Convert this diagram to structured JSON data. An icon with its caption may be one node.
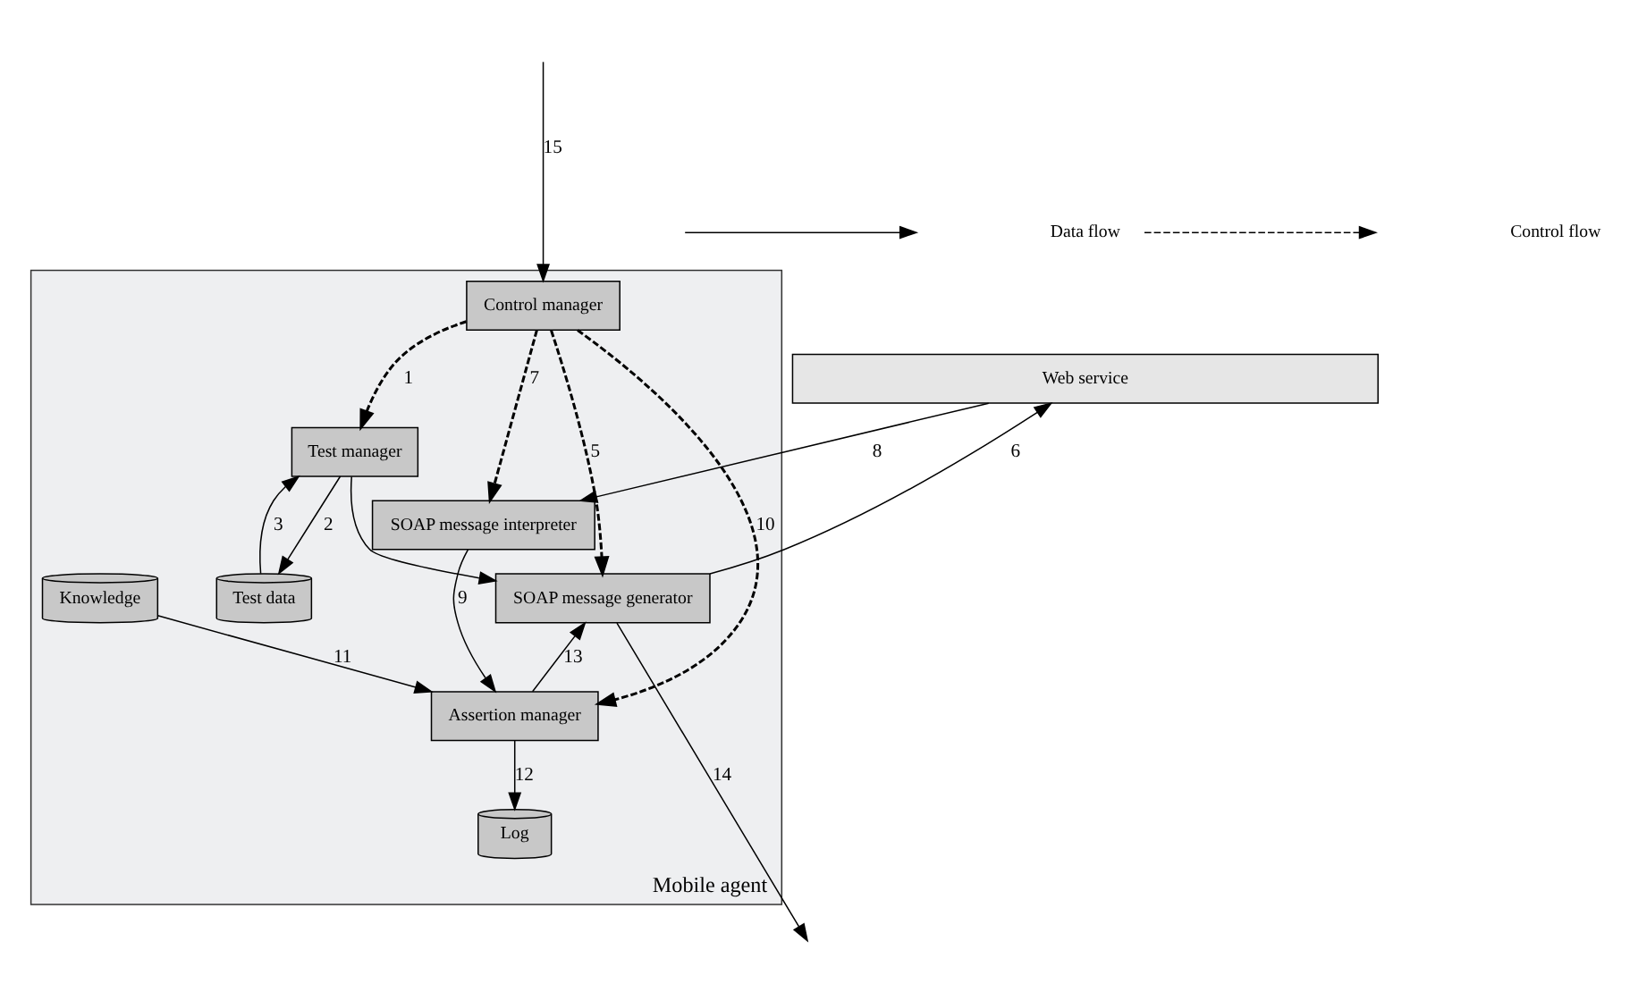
{
  "diagram": {
    "nodes": [
      {
        "text": [
          "Web service"
        ]
      },
      {
        "text": [
          "Mobile agent"
        ]
      },
      {
        "text": [
          "SOAP message generator"
        ],
        "in": 1
      },
      {
        "text": [
          "SOAP message interpreter"
        ],
        "in": 1
      },
      {
        "text": [
          "Test manager"
        ],
        "in": 1
      },
      {
        "text": [
          "Control manager"
        ],
        "in": 1
      },
      {
        "text": [
          "Assertion manager"
        ],
        "in": 1
      },
      {
        "text": [
          "Test data"
        ],
        "in": 1
      },
      {
        "text": [
          "Knowledge"
        ],
        "in": 1
      },
      {
        "text": [
          "Log"
        ],
        "in": 1
      }
    ],
    "edges": [
      {
        "from": 2,
        "to": 0,
        "arrow": "to",
        "label": "6"
      },
      {
        "from": 0,
        "to": 3,
        "arrow": "to",
        "label": "8"
      },
      {
        "from": 2,
        "to": null,
        "arrow": "to",
        "label": "14"
      },
      {
        "from": 6,
        "to": 2,
        "arrow": "to",
        "label": "13"
      },
      {
        "from": 5,
        "to": 2,
        "arrow": "to",
        "label": "5",
        "style": "dashed"
      },
      {
        "from": 5,
        "to": 3,
        "arrow": "to",
        "label": "7",
        "style": "dashed"
      },
      {
        "from": 5,
        "to": 4,
        "arrow": "to",
        "label": "1",
        "style": "dashed"
      },
      {
        "from": 5,
        "to": 6,
        "arrow": "to",
        "label": "10",
        "style": "dashed"
      },
      {
        "from": 3,
        "to": 6,
        "arrow": "to",
        "label": "9"
      },
      {
        "from": 4,
        "to": 2,
        "arrow": "to"
      },
      {
        "from": 4,
        "to": 7,
        "arrow": "to",
        "label": "2"
      },
      {
        "from": 7,
        "to": 4,
        "arrow": "to",
        "label": "3"
      },
      {
        "from": 8,
        "to": 6,
        "arrow": "to",
        "label": "11"
      },
      {
        "from": 6,
        "to": 9,
        "arrow": "to",
        "label": "12"
      },
      {
        "from": null,
        "to": 5,
        "arrow": "to",
        "label": "15"
      }
    ],
    "legend": [
      {
        "text": "Data flow"
      },
      {
        "text": "Control flow"
      }
    ]
  }
}
